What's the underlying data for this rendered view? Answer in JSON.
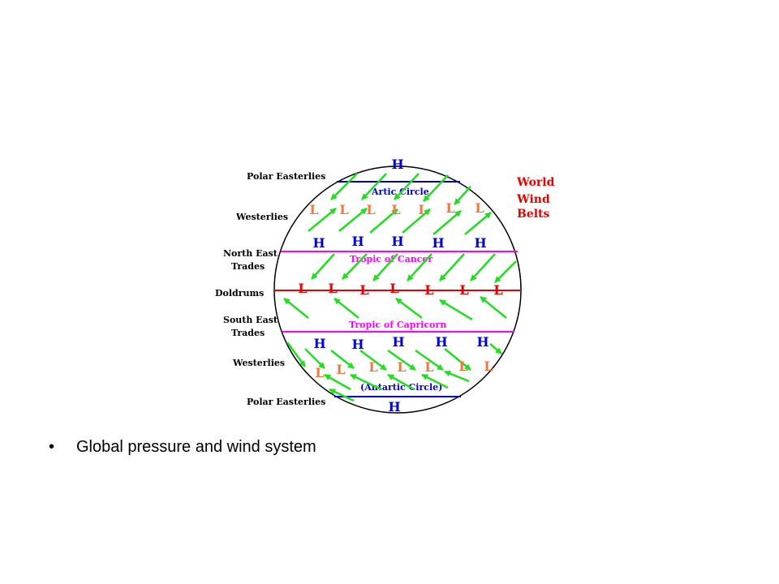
{
  "diagram": {
    "title_lines": [
      "World",
      "Wind",
      "Belts"
    ],
    "side_labels": {
      "polar_easterlies_north": "Polar Easterlies",
      "westerlies_north": "Westerlies",
      "ne_trades_1": "North East",
      "ne_trades_2": "Trades",
      "doldrums": "Doldrums",
      "se_trades_1": "South East",
      "se_trades_2": "Trades",
      "westerlies_south": "Westerlies",
      "polar_easterlies_south": "Polar Easterlies"
    },
    "line_labels": {
      "arctic_circle": "Artic Circle",
      "tropic_cancer": "Tropic of Cancer",
      "tropic_capricorn": "Tropic of Capricorn",
      "antarctic_circle": "(Antartic Circle)"
    },
    "high": "H",
    "low": "L",
    "colors": {
      "circle": "#000000",
      "arctic_line": "#0000cc",
      "tropic_line": "#ff00ff",
      "equator_line": "#e60000",
      "arrow": "#22dd22",
      "high_mark": "#0000cc",
      "low_red": "#e60000",
      "low_orange": "#f07840"
    }
  },
  "bullet": {
    "symbol": "•",
    "text": "Global pressure and wind system"
  }
}
